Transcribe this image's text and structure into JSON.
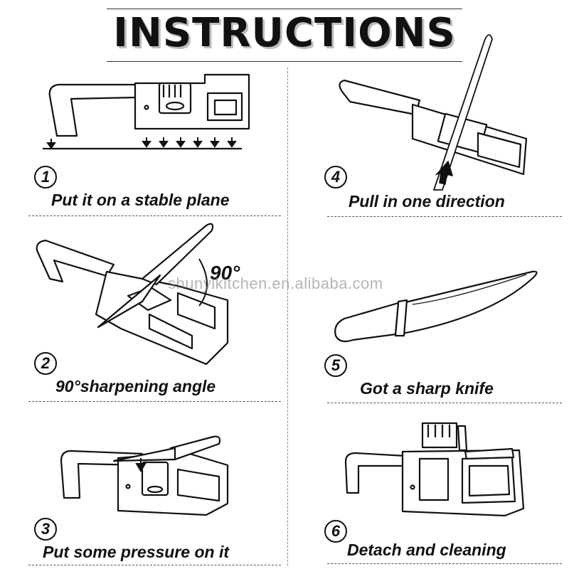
{
  "header": {
    "title": "INSTRUCTIONS"
  },
  "watermark": "shunyikitchen.en.alibaba.com",
  "angle_label": "90°",
  "steps": [
    {
      "number": "1",
      "caption": "Put it on a stable plane"
    },
    {
      "number": "2",
      "caption": "90°sharpening angle"
    },
    {
      "number": "3",
      "caption": "Put some pressure on it"
    },
    {
      "number": "4",
      "caption": "Pull in one direction"
    },
    {
      "number": "5",
      "caption": "Got a sharp knife"
    },
    {
      "number": "6",
      "caption": "Detach and cleaning"
    }
  ],
  "colors": {
    "ink": "#111111",
    "shadow": "#bdbdbd",
    "divider": "#888888"
  }
}
